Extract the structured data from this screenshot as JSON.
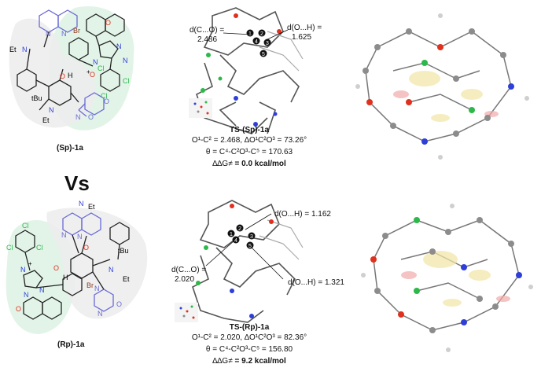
{
  "top": {
    "compound_label": "(Sp)-1a",
    "mol_labels": [
      "Et",
      "N",
      "N",
      "N",
      "O",
      "H",
      "O",
      "Br",
      "N",
      "N",
      "N",
      "Cl",
      "Cl",
      "Cl",
      "tBu",
      "N",
      "Et",
      "N",
      "O",
      "O",
      "O",
      "+"
    ],
    "ts_labels": {
      "dco_name": "d(C...O) =",
      "dco_value": "2.486",
      "doh_name": "d(O...H) =",
      "doh_value": "1.625",
      "atom_numbers": [
        "1",
        "2",
        "3",
        "4",
        "5"
      ]
    },
    "ts_name": "TS-(Sp)-1a",
    "line1": "O¹-C² = 2.468, ∆O¹C²O³ = 73.26°",
    "line2": "θ = C⁴-C²O³-C⁵ = 170.63",
    "energy_prefix": "∆∆G≠",
    "energy_value": "= 0.0 kcal/mol"
  },
  "vs_text": "Vs",
  "bottom": {
    "compound_label": "(Rp)-1a",
    "mol_labels": [
      "Et",
      "N",
      "N",
      "N",
      "Cl",
      "Cl",
      "Cl",
      "N",
      "N",
      "N",
      "O",
      "H",
      "O",
      "tBu",
      "N",
      "Et",
      "O",
      "Br",
      "N",
      "N",
      "O",
      "+"
    ],
    "ts_labels": {
      "doh1_text": "d(O...H) = 1.162",
      "dco_name": "d(C...O) =",
      "dco_value": "2.020",
      "doh2_text": "d(O...H) = 1.321",
      "atom_numbers": [
        "1",
        "2",
        "3",
        "4",
        "5"
      ]
    },
    "ts_name": "TS-(Rp)-1a",
    "line1": "O¹-C² = 2.020, ∆O¹C²O³ = 82.36°",
    "line2": "θ = C⁴-C²O³-C⁵ = 156.80",
    "energy_prefix": "∆∆G≠",
    "energy_value": "= 9.2 kcal/mol"
  },
  "colors": {
    "green_highlight": "#dff3e6",
    "gray_highlight": "#ececec",
    "blue_ring": "#6a6ad6",
    "oxygen_red": "#e0301e",
    "chlorine_green": "#2db84a",
    "nitrogen_blue": "#2d3fd8",
    "carbon_gray": "#8c8c8c",
    "isosurface_yellow": "#f2e6a6"
  }
}
